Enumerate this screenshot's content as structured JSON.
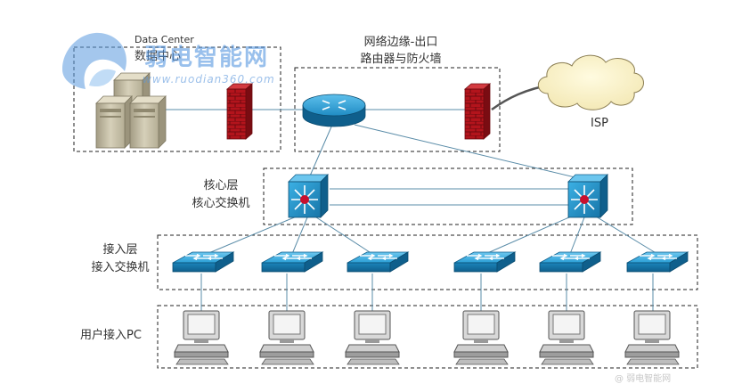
{
  "labels": {
    "datacenter_en": "Data Center",
    "datacenter_zh": "数据中心",
    "edge_line1": "网络边缘-出口",
    "edge_line2": "路由器与防火墙",
    "isp": "ISP",
    "core_line1": "核心层",
    "core_line2": "核心交换机",
    "access_line1": "接入层",
    "access_line2": "接入交换机",
    "pc_layer": "用户接入PC"
  },
  "watermark": {
    "brand": "弱电智能网",
    "url": "www.ruodian360.com",
    "corner": "@ 弱电智能网"
  },
  "colors": {
    "dashed_border": "#222222",
    "link_line": "#5a8ca8",
    "switch_blue": "#1e8fc4",
    "router_blue": "#1a86c0",
    "firewall_red": "#b5121b",
    "server_beige": "#c9c2a8",
    "watermark_blue": "#4a8fdc"
  },
  "icons": {
    "servers": "server-stack-icon",
    "firewall": "firewall-icon",
    "router": "router-icon",
    "cloud": "cloud-icon",
    "core_switch": "core-switch-icon",
    "access_switch": "access-switch-icon",
    "pc": "pc-icon"
  }
}
